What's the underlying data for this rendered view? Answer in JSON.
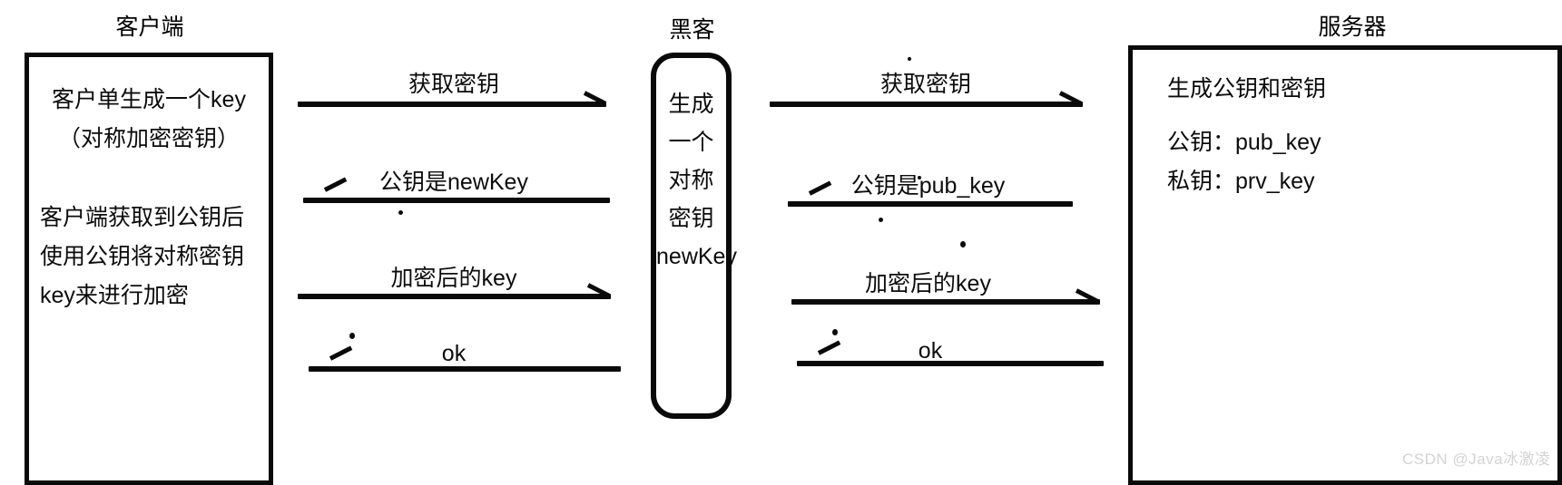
{
  "diagram": {
    "title_client": "客户端",
    "title_hacker": "黑客",
    "title_server": "服务器",
    "watermark": "CSDN @Java冰激凌",
    "colors": {
      "stroke": "#0a0a0a",
      "text": "#0c0c0c",
      "background": "#ffffff",
      "watermark": "#d3d3d3"
    }
  },
  "client_box": {
    "line1": "客户单生成一个key",
    "line2": "（对称加密密钥）",
    "line3": "客户端获取到公钥后",
    "line4": "使用公钥将对称密钥",
    "line5": "key来进行加密"
  },
  "hacker_box": {
    "line1": "生成",
    "line2": "一个",
    "line3": "对称",
    "line4": "密钥",
    "line5": "newKey"
  },
  "server_box": {
    "line1": "生成公钥和密钥",
    "line2": "公钥：pub_key",
    "line3": "私钥：prv_key"
  },
  "left_arrows": [
    {
      "label": "获取密钥",
      "direction": "right"
    },
    {
      "label": "公钥是newKey",
      "direction": "left"
    },
    {
      "label": "加密后的key",
      "direction": "right"
    },
    {
      "label": "ok",
      "direction": "left"
    }
  ],
  "right_arrows": [
    {
      "label": "获取密钥",
      "direction": "right"
    },
    {
      "label": "公钥是pub_key",
      "direction": "left"
    },
    {
      "label": "加密后的key",
      "direction": "right"
    },
    {
      "label": "ok",
      "direction": "left"
    }
  ]
}
